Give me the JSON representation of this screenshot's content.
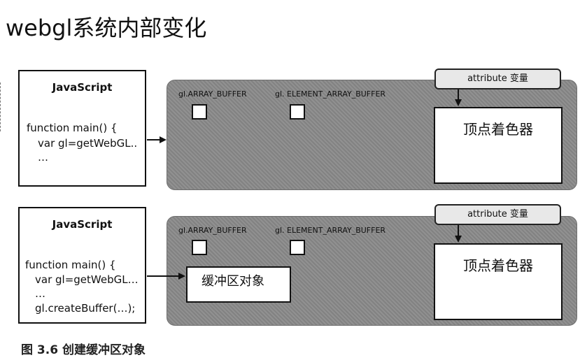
{
  "title": "webgl系统内部变化",
  "caption": "图 3.6  创建缓冲区对象",
  "panels": [
    {
      "js_title": "JavaScript",
      "code": [
        "function main() {",
        "var gl=getWebGL..",
        "…"
      ],
      "array_buffer_label": "gl.ARRAY_BUFFER",
      "element_buffer_label": "gl. ELEMENT_ARRAY_BUFFER",
      "shader_label": "顶点着色器",
      "attribute_label": "attribute 变量"
    },
    {
      "js_title": "JavaScript",
      "code": [
        "function main() {",
        "var gl=getWebGL…",
        "…",
        "gl.createBuffer(…);"
      ],
      "array_buffer_label": "gl.ARRAY_BUFFER",
      "element_buffer_label": "gl. ELEMENT_ARRAY_BUFFER",
      "shader_label": "顶点着色器",
      "attribute_label": "attribute 变量",
      "buffer_object_label": "缓冲区对象"
    }
  ]
}
